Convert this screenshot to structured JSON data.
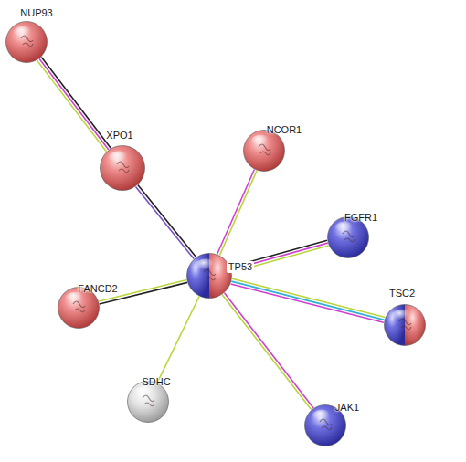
{
  "diagram": {
    "nodes": [
      {
        "text": [
          "NUP93"
        ]
      },
      {
        "text": [
          "NCOR1"
        ]
      },
      {
        "text": [
          "XPO1"
        ]
      },
      {
        "text": [
          "FGFR1"
        ]
      },
      {
        "text": [
          "TP53"
        ]
      },
      {
        "text": [
          "FANCD2"
        ]
      },
      {
        "text": [
          "TSC2"
        ]
      },
      {
        "text": [
          "SDHC"
        ]
      },
      {
        "text": [
          "JAK1"
        ]
      }
    ],
    "edges": [
      {
        "from": 0,
        "to": 2,
        "arrow": "none"
      },
      {
        "from": 2,
        "to": 4,
        "arrow": "none"
      },
      {
        "from": 4,
        "to": 1,
        "arrow": "none"
      },
      {
        "from": 4,
        "to": 3,
        "arrow": "none"
      },
      {
        "from": 4,
        "to": 6,
        "arrow": "none"
      },
      {
        "from": 4,
        "to": 5,
        "arrow": "none"
      },
      {
        "from": 4,
        "to": 7,
        "arrow": "none"
      },
      {
        "from": 4,
        "to": 8,
        "arrow": "none"
      }
    ]
  }
}
